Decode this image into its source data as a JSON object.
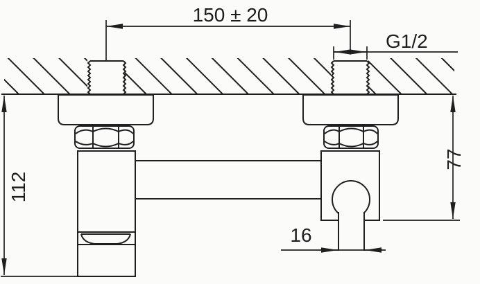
{
  "drawing": {
    "type": "technical installation drawing, wall-mounted shower mixer valve",
    "dimensions": {
      "center_distance": "150 ± 20",
      "thread_size": "G1/2",
      "height_left": "112",
      "height_right": "77",
      "outlet_width": "16"
    },
    "colors": {
      "line": "#1f1f1f",
      "background": "#fbfbf9"
    }
  }
}
